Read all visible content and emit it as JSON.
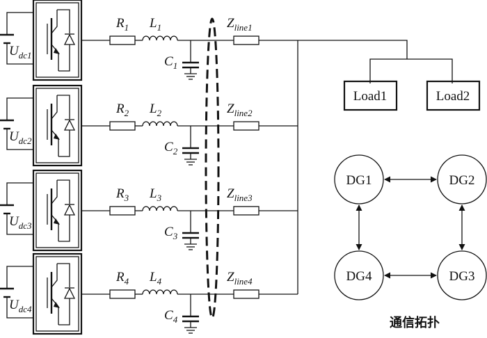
{
  "branches": [
    {
      "source_main": "U",
      "source_sub": "dc1",
      "r_main": "R",
      "r_sub": "1",
      "l_main": "L",
      "l_sub": "1",
      "c_main": "C",
      "c_sub": "1",
      "z_main": "Z",
      "z_sub": "line1"
    },
    {
      "source_main": "U",
      "source_sub": "dc2",
      "r_main": "R",
      "r_sub": "2",
      "l_main": "L",
      "l_sub": "2",
      "c_main": "C",
      "c_sub": "2",
      "z_main": "Z",
      "z_sub": "line2"
    },
    {
      "source_main": "U",
      "source_sub": "dc3",
      "r_main": "R",
      "r_sub": "3",
      "l_main": "L",
      "l_sub": "3",
      "c_main": "C",
      "c_sub": "3",
      "z_main": "Z",
      "z_sub": "line3"
    },
    {
      "source_main": "U",
      "source_sub": "dc4",
      "r_main": "R",
      "r_sub": "4",
      "l_main": "L",
      "l_sub": "4",
      "c_main": "C",
      "c_sub": "4",
      "z_main": "Z",
      "z_sub": "line4"
    }
  ],
  "loads": [
    "Load1",
    "Load2"
  ],
  "topology": {
    "nodes": [
      "DG1",
      "DG2",
      "DG3",
      "DG4"
    ],
    "caption": "通信拓扑"
  }
}
